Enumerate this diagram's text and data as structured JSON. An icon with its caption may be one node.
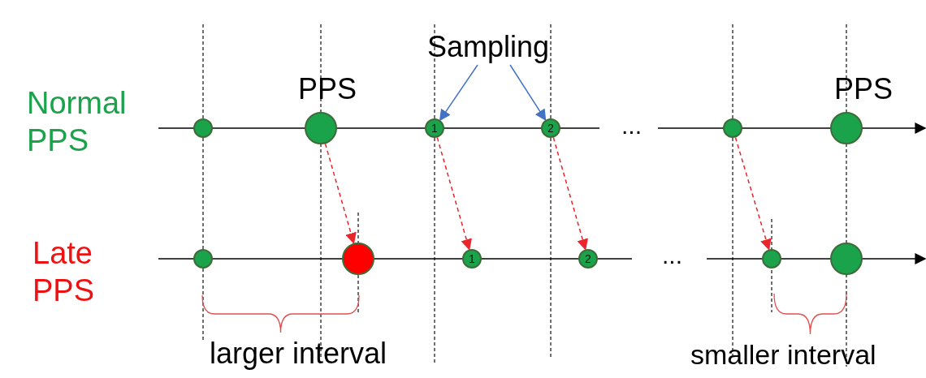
{
  "diagram": {
    "nodes": [
      {
        "text": [
          "Sampling"
        ]
      },
      {
        "text": [],
        "shape": "circle"
      },
      {
        "text": [],
        "shape": "circle",
        "beside": [
          "PPS"
        ]
      },
      {
        "text": [
          "1"
        ]
      },
      {
        "text": [
          "2"
        ]
      },
      {
        "text": [],
        "shape": "circle"
      },
      {
        "text": [],
        "shape": "circle",
        "beside": [
          "PPS"
        ]
      },
      {
        "text": [],
        "shape": "circle"
      },
      {
        "text": [],
        "shape": "circle"
      },
      {
        "text": [
          "1"
        ]
      },
      {
        "text": [
          "2"
        ]
      },
      {
        "text": [],
        "shape": "circle"
      },
      {
        "text": [],
        "shape": "circle"
      }
    ],
    "edges": [
      {
        "from": 0,
        "to": 3,
        "arrow": "to",
        "color": "#4472c4"
      },
      {
        "from": 0,
        "to": 4,
        "arrow": "to",
        "color": "#4472c4"
      },
      {
        "from": 2,
        "to": 8,
        "arrow": "to",
        "style": "dashed",
        "color": "#e8262c"
      },
      {
        "from": 3,
        "to": 9,
        "arrow": "to",
        "style": "dashed",
        "color": "#e8262c"
      },
      {
        "from": 4,
        "to": 10,
        "arrow": "to",
        "style": "dashed",
        "color": "#e8262c"
      },
      {
        "from": 5,
        "to": 11,
        "arrow": "to",
        "style": "dashed",
        "color": "#e8262c"
      }
    ],
    "labels": [
      "Normal PPS",
      "...",
      "Late PPS",
      "...",
      "larger interval",
      "smaller interval"
    ]
  }
}
